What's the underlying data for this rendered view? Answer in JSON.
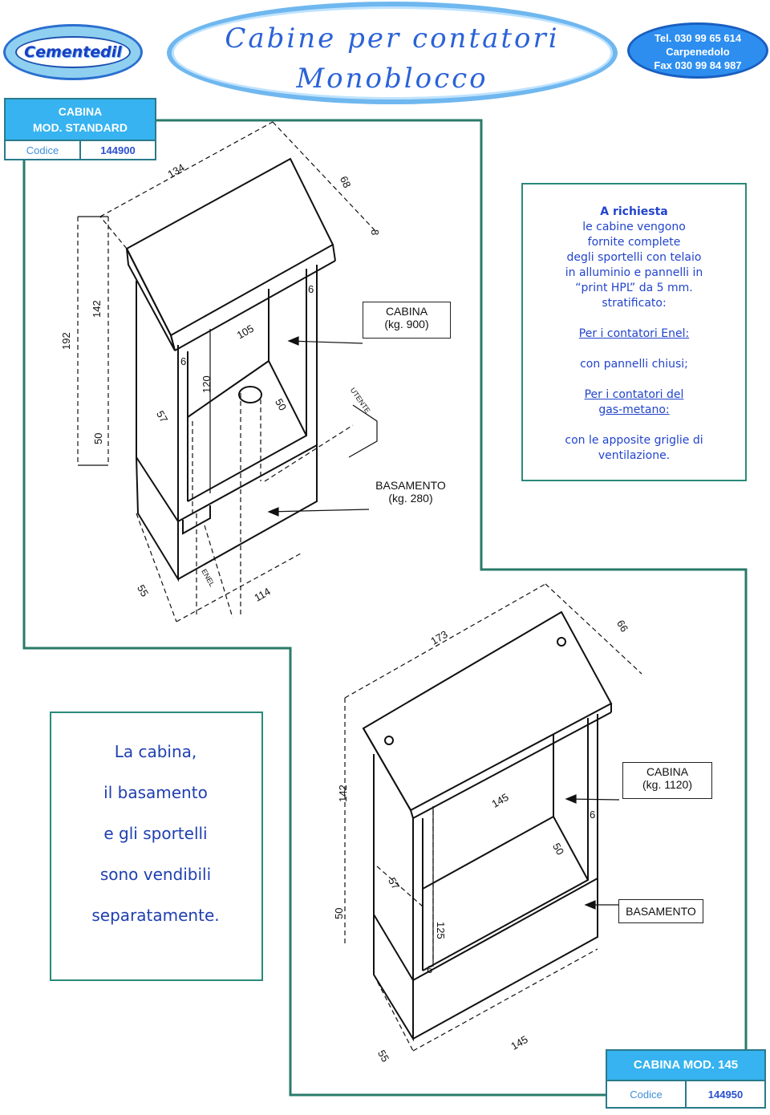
{
  "header": {
    "logo": "Cementedil",
    "title_line1": "Cabine per contatori",
    "title_line2": "Monoblocco",
    "phone": "Tel. 030 99 65 614",
    "city": "Carpenedolo",
    "fax": "Fax 030 99 84 987"
  },
  "standard_model": {
    "name_line1": "CABINA",
    "name_line2": "MOD. STANDARD",
    "code_label": "Codice",
    "code_value": "144900",
    "cabin_label": "CABINA",
    "cabin_weight": "(kg. 900)",
    "base_label": "BASAMENTO",
    "base_weight": "(kg. 280)",
    "tag_utente": "UTENTE",
    "tag_enel": "ENEL",
    "dims": {
      "d134": "134",
      "d68": "68",
      "d8": "8",
      "d192": "192",
      "d142": "142",
      "d50a": "50",
      "d6a": "6",
      "d105": "105",
      "d6b": "6",
      "d120": "120",
      "d57": "57",
      "d50b": "50",
      "d55": "55",
      "d114": "114"
    }
  },
  "note": {
    "line1": "A richiesta",
    "line2": "le cabine vengono",
    "line3": "fornite  complete",
    "line4": "degli sportelli con telaio",
    "line5": "in alluminio e pannelli in",
    "line6": "“print HPL” da 5 mm.",
    "line7": "stratificato:",
    "enel_heading": "Per i contatori Enel:",
    "enel_text": "con pannelli chiusi;",
    "gas_heading1": "Per i contatori del",
    "gas_heading2": "gas-metano:",
    "gas_text1": "con le apposite griglie di",
    "gas_text2": "ventilazione."
  },
  "side_note": {
    "line1": "La cabina,",
    "line2": "il basamento",
    "line3": "e gli sportelli",
    "line4": "sono vendibili",
    "line5": "separatamente."
  },
  "model_145": {
    "name": "CABINA MOD. 145",
    "code_label": "Codice",
    "code_value": "144950",
    "cabin_label": "CABINA",
    "cabin_weight": "(kg. 1120)",
    "base_label": "BASAMENTO",
    "dims": {
      "d173": "173",
      "d66": "66",
      "d142": "142",
      "d145a": "145",
      "d6": "6",
      "d50a": "50",
      "d57": "57",
      "d125": "125",
      "d6b": "6",
      "d50b": "50",
      "d55": "55",
      "d145b": "145"
    }
  },
  "colors": {
    "accent_blue": "#2a62d8",
    "frame_teal": "#2a7a6a",
    "code_header_bg": "#36b3f0"
  }
}
